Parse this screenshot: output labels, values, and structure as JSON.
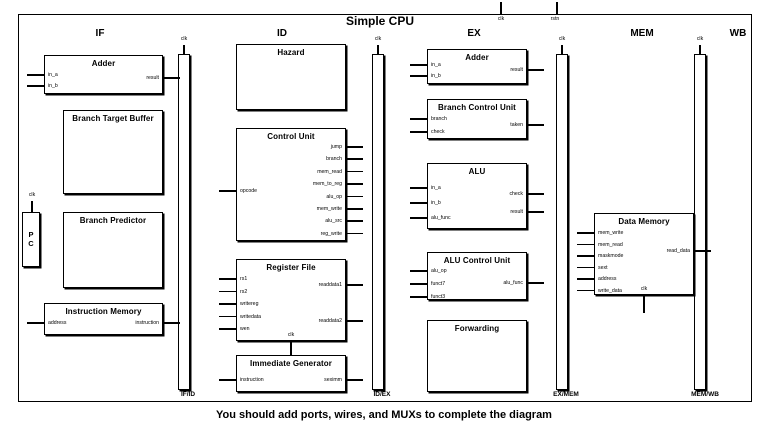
{
  "title": "Simple CPU",
  "caption": "You should add ports, wires, and MUXs to complete the diagram",
  "global_signals": [
    {
      "name": "clk",
      "label": "clk"
    },
    {
      "name": "rstn",
      "label": "rstn"
    }
  ],
  "stages": [
    {
      "id": "if",
      "label": "IF"
    },
    {
      "id": "id",
      "label": "ID"
    },
    {
      "id": "ex",
      "label": "EX"
    },
    {
      "id": "mem",
      "label": "MEM"
    },
    {
      "id": "wb",
      "label": "WB"
    }
  ],
  "pipeline_registers": [
    {
      "id": "if_id",
      "label": "IF/ID",
      "clk": "clk"
    },
    {
      "id": "id_ex",
      "label": "ID/EX",
      "clk": "clk"
    },
    {
      "id": "ex_mem",
      "label": "EX/MEM",
      "clk": "clk"
    },
    {
      "id": "mem_wb",
      "label": "MEM/WB",
      "clk": "clk"
    }
  ],
  "pc": {
    "label_top": "P",
    "label_bottom": "C",
    "clk": "clk"
  },
  "blocks": [
    {
      "id": "if_adder",
      "stage": "IF",
      "title": "Adder",
      "inputs": [
        "in_a",
        "in_b"
      ],
      "outputs": [
        "result"
      ],
      "bottom": []
    },
    {
      "id": "branch_target_buffer",
      "stage": "IF",
      "title": "Branch Target Buffer",
      "inputs": [],
      "outputs": [],
      "bottom": []
    },
    {
      "id": "branch_predictor",
      "stage": "IF",
      "title": "Branch Predictor",
      "inputs": [],
      "outputs": [],
      "bottom": []
    },
    {
      "id": "instruction_memory",
      "stage": "IF",
      "title": "Instruction Memory",
      "inputs": [
        "address"
      ],
      "outputs": [
        "instruction"
      ],
      "bottom": []
    },
    {
      "id": "hazard",
      "stage": "ID",
      "title": "Hazard",
      "inputs": [],
      "outputs": [],
      "bottom": []
    },
    {
      "id": "control_unit",
      "stage": "ID",
      "title": "Control Unit",
      "inputs": [
        "opcode"
      ],
      "outputs": [
        "jump",
        "branch",
        "mem_read",
        "mem_to_reg",
        "alu_op",
        "mem_write",
        "alu_src",
        "reg_write"
      ],
      "bottom": []
    },
    {
      "id": "register_file",
      "stage": "ID",
      "title": "Register File",
      "inputs": [
        "rs1",
        "rs2",
        "writereg",
        "writedata",
        "wen"
      ],
      "outputs": [
        "readdata1",
        "readdata2"
      ],
      "bottom": [
        "clk"
      ]
    },
    {
      "id": "immediate_generator",
      "stage": "ID",
      "title": "Immediate Generator",
      "inputs": [
        "instruction"
      ],
      "outputs": [
        "seximm"
      ],
      "bottom": []
    },
    {
      "id": "ex_adder",
      "stage": "EX",
      "title": "Adder",
      "inputs": [
        "in_a",
        "in_b"
      ],
      "outputs": [
        "result"
      ],
      "bottom": []
    },
    {
      "id": "branch_control_unit",
      "stage": "EX",
      "title": "Branch Control Unit",
      "inputs": [
        "branch",
        "check"
      ],
      "outputs": [
        "taken"
      ],
      "bottom": []
    },
    {
      "id": "alu",
      "stage": "EX",
      "title": "ALU",
      "inputs": [
        "in_a",
        "in_b",
        "alu_func"
      ],
      "outputs": [
        "check",
        "result"
      ],
      "bottom": []
    },
    {
      "id": "alu_control_unit",
      "stage": "EX",
      "title": "ALU Control Unit",
      "inputs": [
        "alu_op",
        "funct7",
        "funct3"
      ],
      "outputs": [
        "alu_func"
      ],
      "bottom": []
    },
    {
      "id": "forwarding",
      "stage": "EX",
      "title": "Forwarding",
      "inputs": [],
      "outputs": [],
      "bottom": []
    },
    {
      "id": "data_memory",
      "stage": "MEM",
      "title": "Data Memory",
      "inputs": [
        "mem_write",
        "mem_read",
        "maskmode",
        "sext",
        "address",
        "write_data"
      ],
      "outputs": [
        "read_data"
      ],
      "bottom": [
        "clk"
      ]
    }
  ]
}
